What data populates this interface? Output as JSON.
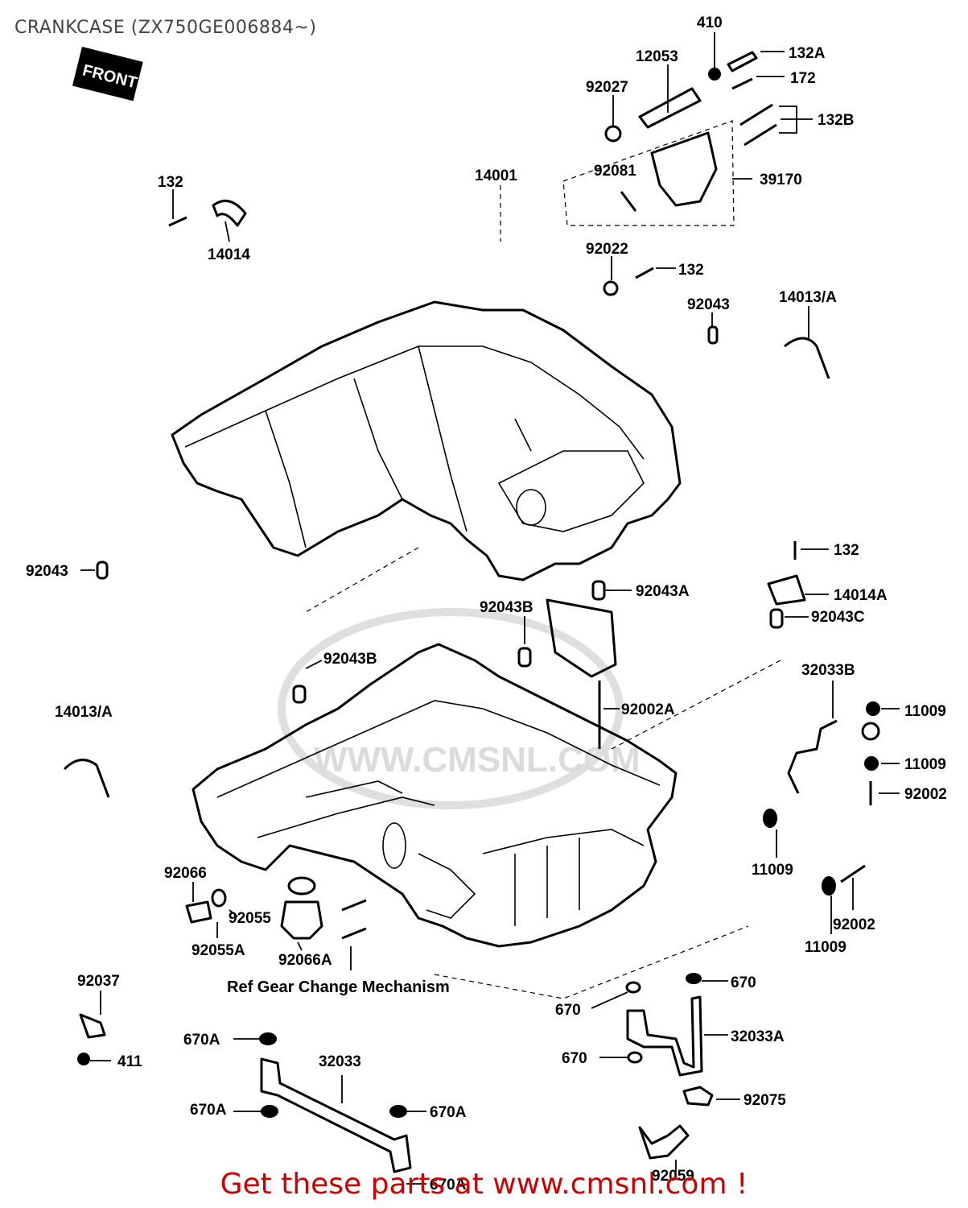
{
  "title": "CRANKCASE (ZX750GE006884~)",
  "front_badge": "FRONT",
  "footer_link": "Get these parts at www.cmsnl.com !",
  "watermark": "WWW.CMSNL.COM",
  "reference_note": "Ref  Gear Change Mechanism",
  "part_labels": {
    "p410": "410",
    "p132A": "132A",
    "p12053": "12053",
    "p172": "172",
    "p92027": "92027",
    "p132B": "132B",
    "p14001": "14001",
    "p92081": "92081",
    "p39170": "39170",
    "p132_left": "132",
    "p14014": "14014",
    "p92022": "92022",
    "p132_mid": "132",
    "p92043_top": "92043",
    "p14013A_right": "14013/A",
    "p92043_left": "92043",
    "p132_right": "132",
    "p14014A": "14014A",
    "p92043A": "92043A",
    "p92043B_mid": "92043B",
    "p92043C": "92043C",
    "p92043B_left": "92043B",
    "p32033B": "32033B",
    "p92002A": "92002A",
    "p14013A_left": "14013/A",
    "p11009_a": "11009",
    "p11009_b": "11009",
    "p92002_a": "92002",
    "p11009_c": "11009",
    "p92002_b": "92002",
    "p11009_d": "11009",
    "p92066": "92066",
    "p92055": "92055",
    "p92055A": "92055A",
    "p92066A": "92066A",
    "p92037": "92037",
    "p411": "411",
    "p670_a": "670",
    "p670_b": "670",
    "p32033A": "32033A",
    "p670_c": "670",
    "p670A_a": "670A",
    "p32033": "32033",
    "p670A_b": "670A",
    "p670A_c": "670A",
    "p670A_d": "670A",
    "p92075": "92075",
    "p92059": "92059"
  }
}
